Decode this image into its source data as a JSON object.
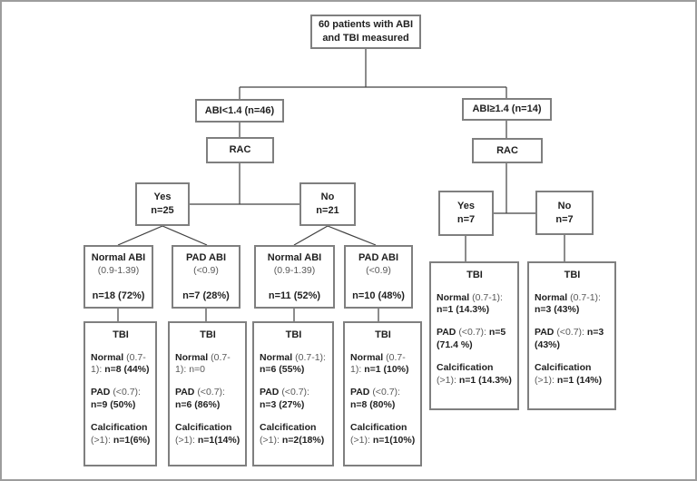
{
  "colors": {
    "background": "#ffffff",
    "box_border": "#7f7f7f",
    "frame_border": "#9d9d9d",
    "connector": "#404040",
    "text_strong": "#1f1f1f",
    "text_muted": "#595959"
  },
  "flowchart": {
    "root": {
      "line1": "60 patients with ABI",
      "line2": "and TBI  measured"
    },
    "level2": {
      "left": "ABI<1.4 (n=46)",
      "right": "ABI≥1.4 (n=14)"
    },
    "rac": {
      "left": "RAC",
      "right": "RAC"
    },
    "rac_answers": {
      "left_yes": {
        "label": "Yes",
        "count": "n=25"
      },
      "left_no": {
        "label": "No",
        "count": "n=21"
      },
      "right_yes": {
        "label": "Yes",
        "count": "n=7"
      },
      "right_no": {
        "label": "No",
        "count": "n=7"
      }
    },
    "abi_categories": [
      {
        "title": "Normal ABI",
        "range": "(0.9-1.39)",
        "value": "n=18 (72%)"
      },
      {
        "title": "PAD ABI",
        "range": "(<0.9)",
        "value": "n=7 (28%)"
      },
      {
        "title": "Normal ABI",
        "range": "(0.9-1.39)",
        "value": "n=11 (52%)"
      },
      {
        "title": "PAD ABI",
        "range": "(<0.9)",
        "value": "n=10 (48%)"
      }
    ],
    "tbi_boxes": [
      {
        "title": "TBI",
        "entries": [
          {
            "label": "Normal",
            "range": "(0.7-1):",
            "value": "n=8 (44%)",
            "value_class": "bold"
          },
          {
            "label": "PAD",
            "range": "(<0.7):",
            "value": "n=9 (50%)",
            "value_class": "bold"
          },
          {
            "label": "Calcification",
            "range": "(>1):",
            "value": "n=1(6%)",
            "value_class": "bold"
          }
        ]
      },
      {
        "title": "TBI",
        "entries": [
          {
            "label": "Normal",
            "range": "(0.7-1):",
            "value": "n=0",
            "value_class": "plain"
          },
          {
            "label": "PAD",
            "range": "(<0.7):",
            "value": "n=6 (86%)",
            "value_class": "bold"
          },
          {
            "label": "Calcification",
            "range": "(>1):",
            "value": "n=1(14%)",
            "value_class": "bold"
          }
        ]
      },
      {
        "title": "TBI",
        "entries": [
          {
            "label": "Normal",
            "range": "(0.7-1):",
            "value": "n=6 (55%)",
            "value_class": "bold"
          },
          {
            "label": "PAD",
            "range": "(<0.7):",
            "value": "n=3 (27%)",
            "value_class": "bold"
          },
          {
            "label": "Calcification",
            "range": "(>1):",
            "value": "n=2(18%)",
            "value_class": "bold"
          }
        ]
      },
      {
        "title": "TBI",
        "entries": [
          {
            "label": "Normal",
            "range": "(0.7-1):",
            "value": "n=1 (10%)",
            "value_class": "bold"
          },
          {
            "label": "PAD",
            "range": "(<0.7):",
            "value": "n=8 (80%)",
            "value_class": "bold"
          },
          {
            "label": "Calcification",
            "range": "(>1):",
            "value": "n=1(10%)",
            "value_class": "bold"
          }
        ]
      },
      {
        "title": "TBI",
        "entries": [
          {
            "label": "Normal",
            "range": "(0.7-1):",
            "value": "n=1 (14.3%)",
            "value_class": "bold"
          },
          {
            "label": "PAD",
            "range": "(<0.7):",
            "value": "n=5 (71.4 %)",
            "value_class": "bold"
          },
          {
            "label": "Calcification",
            "range": "(>1):",
            "value": "n=1 (14.3%)",
            "value_class": "bold"
          }
        ]
      },
      {
        "title": "TBI",
        "entries": [
          {
            "label": "Normal",
            "range": "(0.7-1):",
            "value": "n=3 (43%)",
            "value_class": "bold"
          },
          {
            "label": "PAD",
            "range": "(<0.7):",
            "value": "n=3 (43%)",
            "value_class": "bold"
          },
          {
            "label": "Calcification",
            "range": "(>1):",
            "value": "n=1 (14%)",
            "value_class": "bold"
          }
        ]
      }
    ]
  }
}
